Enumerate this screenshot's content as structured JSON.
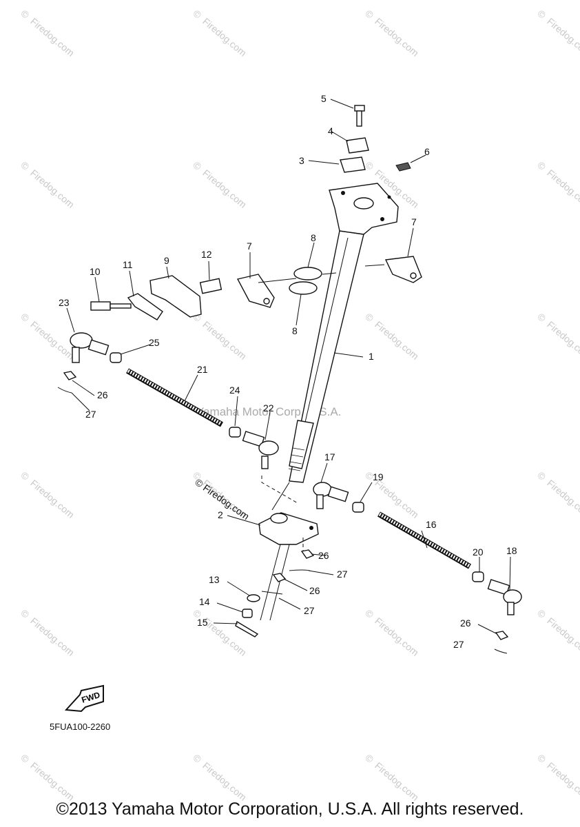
{
  "watermark": {
    "text": "Firedog.com",
    "center_text": "Yamaha Motor Corp, U.S.A.",
    "stamp_text": "© Firedog.com"
  },
  "callouts": [
    "1",
    "2",
    "3",
    "4",
    "5",
    "6",
    "7",
    "7",
    "8",
    "8",
    "9",
    "10",
    "11",
    "12",
    "13",
    "14",
    "15",
    "16",
    "17",
    "18",
    "19",
    "20",
    "21",
    "22",
    "23",
    "24",
    "25",
    "26",
    "26",
    "26",
    "26",
    "27",
    "27",
    "27",
    "27"
  ],
  "fwd_label": "FWD",
  "diagram_code": "5FUA100-2260",
  "copyright": "©2013 Yamaha Motor Corporation, U.S.A. All rights reserved."
}
